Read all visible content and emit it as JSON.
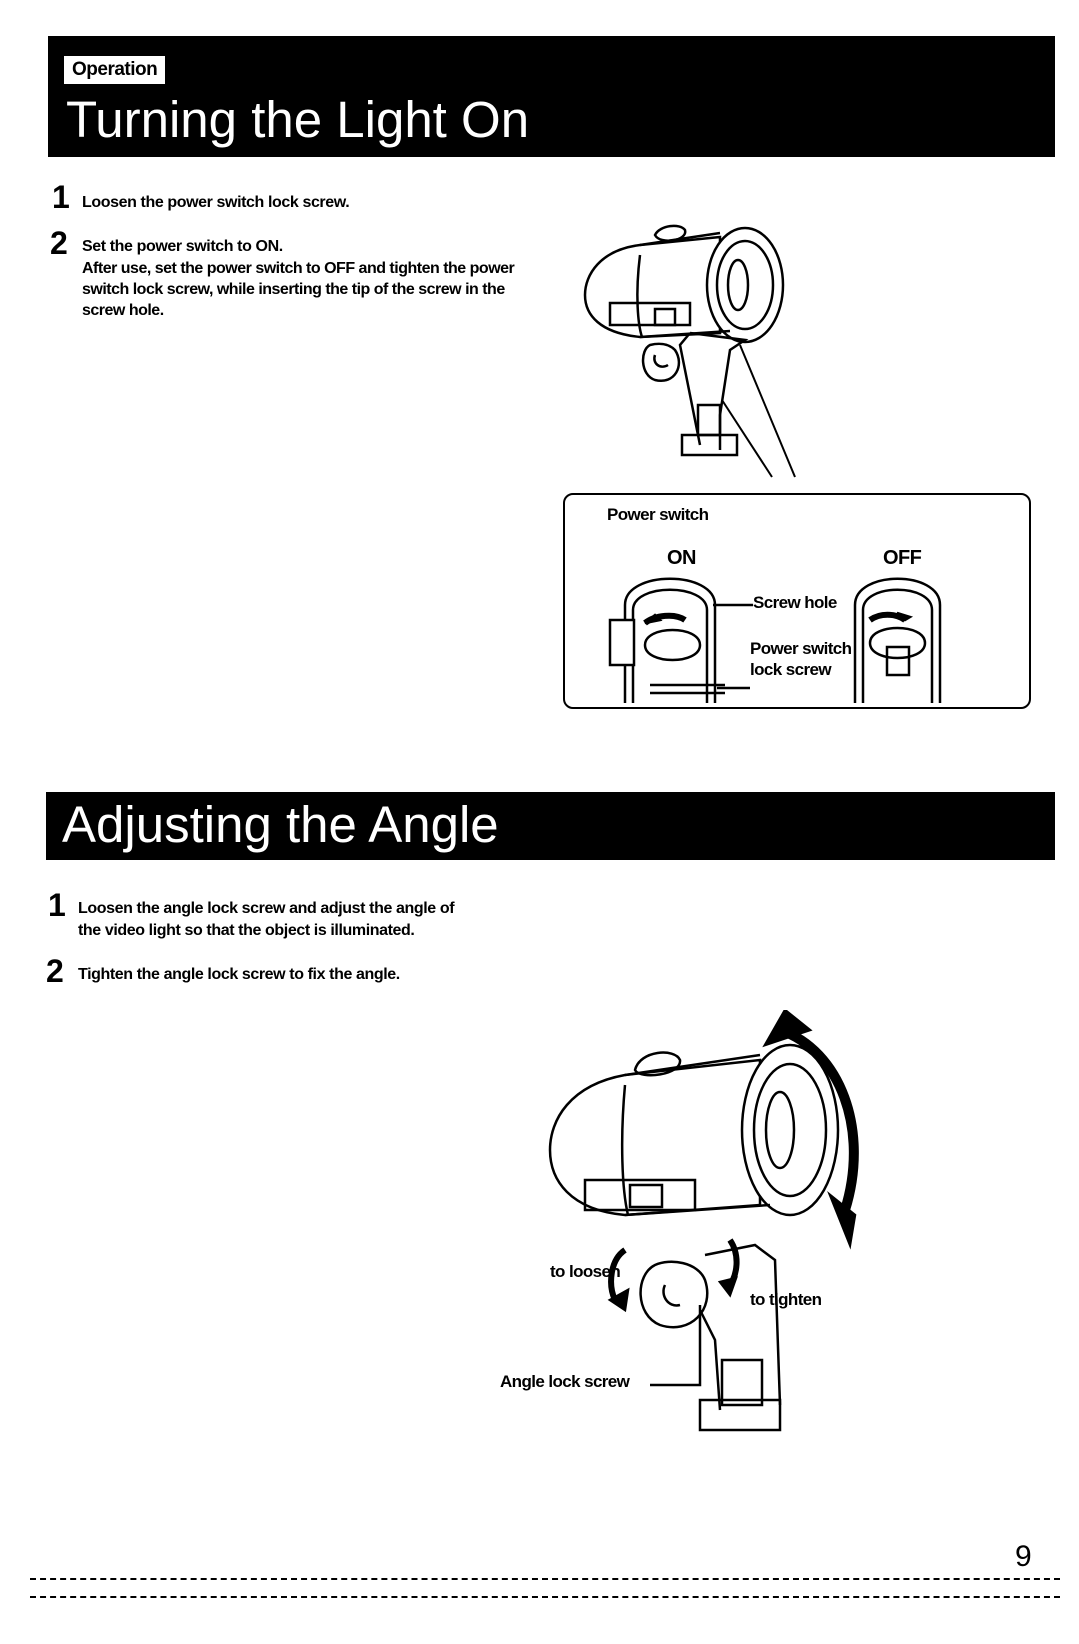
{
  "section1": {
    "tag": "Operation",
    "title": "Turning the Light On",
    "steps": [
      {
        "num": "1",
        "text": "Loosen the power switch lock screw."
      },
      {
        "num": "2",
        "text": "Set the power switch to ON.",
        "note": "After use, set the power switch to OFF and tighten the power switch lock screw, while inserting the tip of the screw in the screw hole."
      }
    ],
    "figure": {
      "box_title": "Power switch",
      "on_label": "ON",
      "off_label": "OFF",
      "screw_hole": "Screw hole",
      "lock_screw_line1": "Power switch",
      "lock_screw_line2": "lock screw"
    }
  },
  "section2": {
    "title": "Adjusting the Angle",
    "steps": [
      {
        "num": "1",
        "text_line1": "Loosen the angle lock screw and adjust the angle of",
        "text_line2": "the video light so that the object is illuminated."
      },
      {
        "num": "2",
        "text": "Tighten the angle lock screw to fix the angle."
      }
    ],
    "figure": {
      "to_loosen": "to loosen",
      "to_tighten": "to tighten",
      "angle_lock_screw": "Angle lock screw"
    }
  },
  "page_number": "9"
}
